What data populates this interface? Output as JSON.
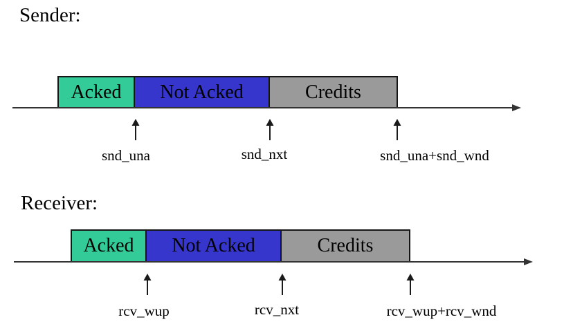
{
  "sender": {
    "title": "Sender:",
    "segments": [
      {
        "label": "Acked"
      },
      {
        "label": "Not Acked"
      },
      {
        "label": "Credits"
      }
    ],
    "markers": [
      {
        "label": "snd_una"
      },
      {
        "label": "snd_nxt"
      },
      {
        "label": "snd_una+snd_wnd"
      }
    ]
  },
  "receiver": {
    "title": "Receiver:",
    "segments": [
      {
        "label": "Acked"
      },
      {
        "label": "Not Acked"
      },
      {
        "label": "Credits"
      }
    ],
    "markers": [
      {
        "label": "rcv_wup"
      },
      {
        "label": "rcv_nxt"
      },
      {
        "label": "rcv_wup+rcv_wnd"
      }
    ]
  },
  "colors": {
    "acked": "#33cc99",
    "not_acked": "#3636cc",
    "credits": "#9a9a9a",
    "outline": "#151515",
    "axis": "#333333",
    "arrow": "#1a1a1a",
    "text": "#000000"
  }
}
